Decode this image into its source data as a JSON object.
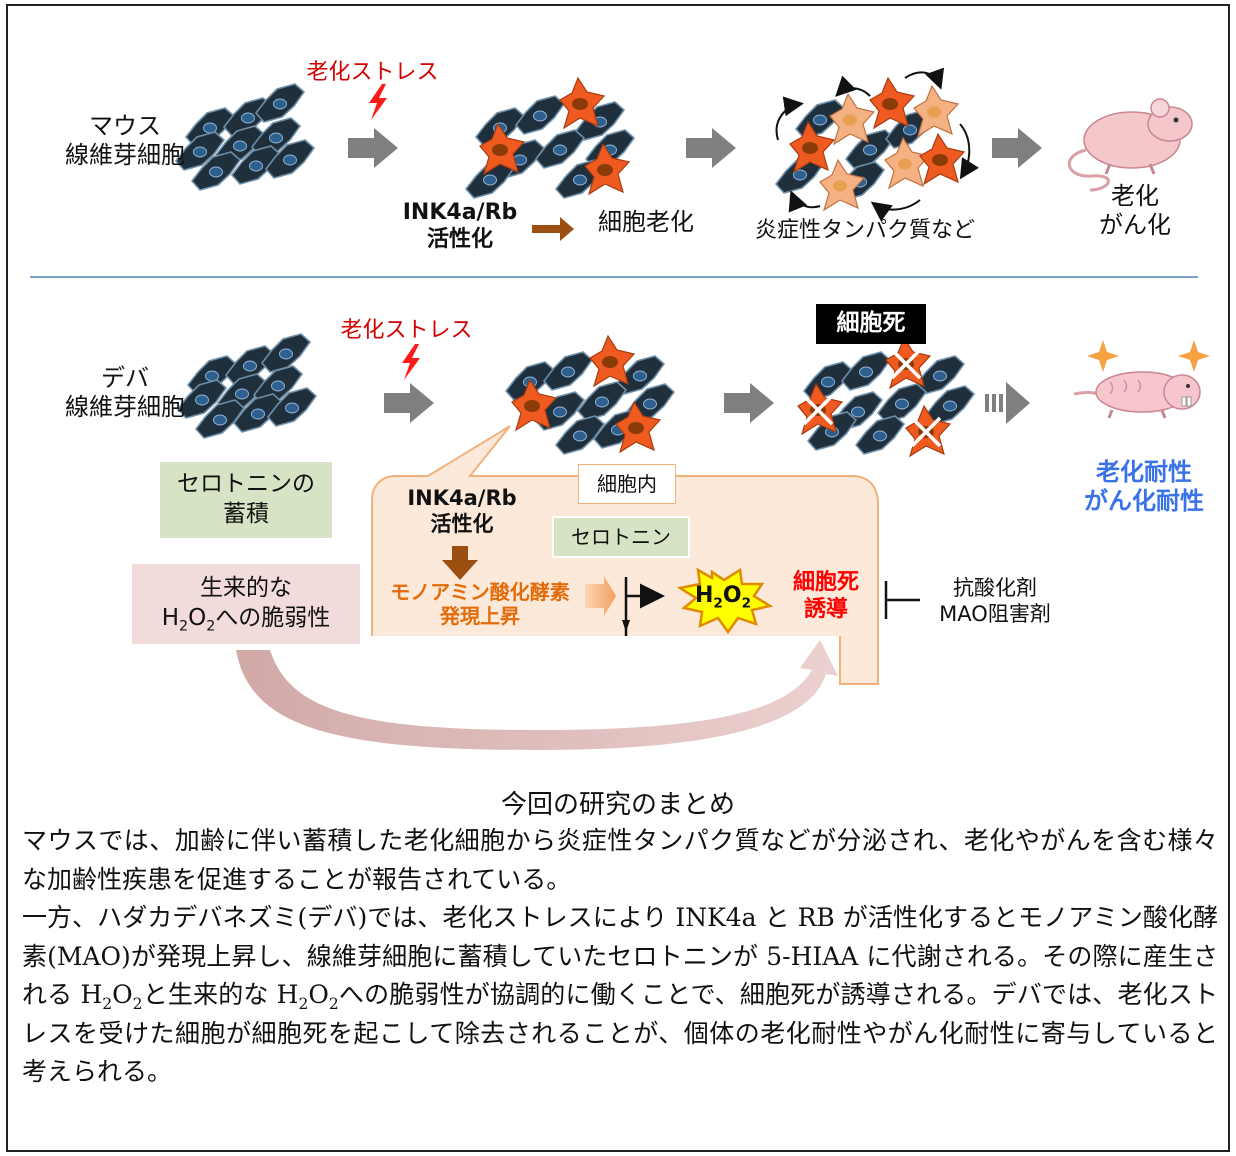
{
  "colors": {
    "accent_red": "#d40000",
    "accent_orange": "#e36c0a",
    "accent_blue": "#3a72e8",
    "senescent_cell": "#ef5a20",
    "inflamed_cell": "#f4b183",
    "green_box": "#d6e4c5",
    "pink_box": "#f2dcdb",
    "intracellular_fill": "#fde9d9",
    "divider": "#4f81bd"
  },
  "mouse": {
    "label_line1": "マウス",
    "label_line2": "線維芽細胞",
    "stress_label": "老化ストレス",
    "ink_line1": "INK4a/Rb",
    "ink_line2": "活性化",
    "cell_senescence": "細胞老化",
    "inflammatory": "炎症性タンパク質など",
    "outcome_line1": "老化",
    "outcome_line2": "がん化"
  },
  "naked_mole_rat": {
    "label_line1": "デバ",
    "label_line2": "線維芽細胞",
    "stress_label": "老化ストレス",
    "cell_death_badge": "細胞死",
    "serotonin_box_line1": "セロトニンの",
    "serotonin_box_line2": "蓄積",
    "vuln_line1": "生来的な",
    "vuln_line2_pre": "H",
    "vuln_line2_sub1": "2",
    "vuln_line2_mid": "O",
    "vuln_line2_sub2": "2",
    "vuln_line2_post": "への脆弱性",
    "intracellular": "細胞内",
    "ink_line1": "INK4a/Rb",
    "ink_line2": "活性化",
    "serotonin": "セロトニン",
    "mao_line1": "モノアミン酸化酵素",
    "mao_line2": "発現上昇",
    "h2o2_h": "H",
    "h2o2_2a": "2",
    "h2o2_o": "O",
    "h2o2_2b": "2",
    "death_line1": "細胞死",
    "death_line2": "誘導",
    "inhibitor_line1": "抗酸化剤",
    "inhibitor_line2": "MAO阻害剤",
    "outcome_line1": "老化耐性",
    "outcome_line2": "がん化耐性"
  },
  "summary": {
    "title": "今回の研究のまとめ",
    "p1": "マウスでは、加齢に伴い蓄積した老化細胞から炎症性タンパク質などが分泌され、老化やがんを含む様々な加齢性疾患を促進することが報告されている。",
    "p2_a": "一方、ハダカデバネズミ(デバ)では、老化ストレスにより INK4a と RB が活性化するとモノアミン酸化酵素(MAO)が発現上昇し、線維芽細胞に蓄積していたセロトニンが 5-HIAA に代謝される。その際に産生される H",
    "p2_b": "O",
    "p2_c": "と生来的な H",
    "p2_d": "O",
    "p2_e": "への脆弱性が協調的に働くことで、細胞死が誘導される。デバでは、老化ストレスを受けた細胞が細胞死を起こして除去されることが、個体の老化耐性やがん化耐性に寄与していると考えられる。",
    "sub2": "2"
  }
}
